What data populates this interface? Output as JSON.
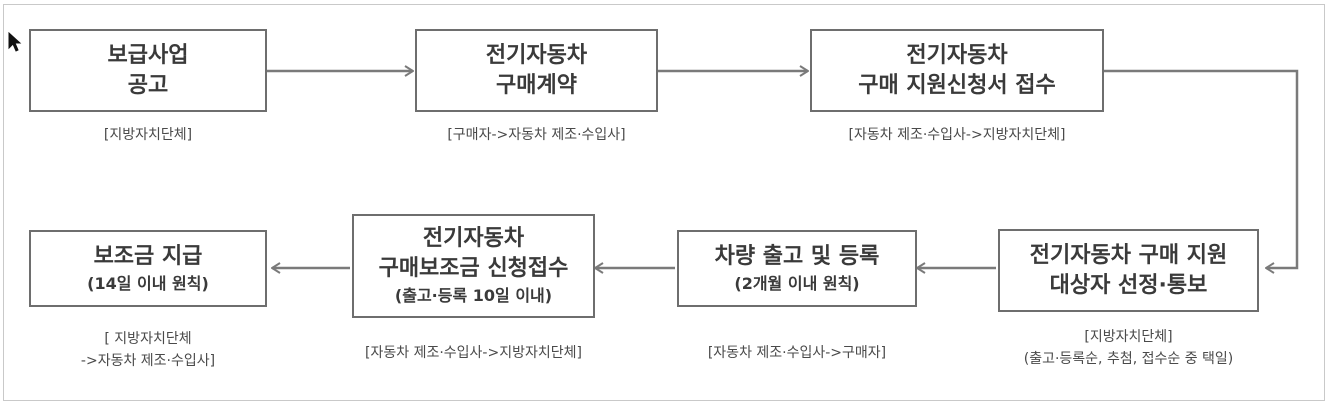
{
  "boxes": {
    "b1": {
      "l1": "보급사업",
      "l2": "공고"
    },
    "b2": {
      "l1": "전기자동차",
      "l2": "구매계약"
    },
    "b3": {
      "l1": "전기자동차",
      "l2": "구매 지원신청서 접수"
    },
    "b4": {
      "l1": "전기자동차 구매 지원",
      "l2": "대상자 선정·통보"
    },
    "b5": {
      "l1": "차량 출고 및 등록",
      "sub": "(2개월 이내 원칙)"
    },
    "b6": {
      "l1": "전기자동차",
      "l2": "구매보조금 신청접수",
      "sub": "(출고·등록 10일 이내)"
    },
    "b7": {
      "l1": "보조금 지급",
      "sub": "(14일 이내 원칙)"
    }
  },
  "captions": {
    "c1": "[지방자치단체]",
    "c2": "[구매자->자동차 제조·수입사]",
    "c3": "[자동차 제조·수입사->지방자치단체]",
    "c4a": "[지방자치단체]",
    "c4b": "(출고·등록순, 추첨, 접수순 중 택일)",
    "c5": "[자동차 제조·수입사->구매자]",
    "c6": "[자동차 제조·수입사->지방자치단체]",
    "c7a": "[ 지방자치단체",
    "c7b": "->자동차 제조·수입사]"
  },
  "colors": {
    "border": "#6e6e6e",
    "arrow": "#7a7a7a",
    "text": "#3a3a3a"
  }
}
